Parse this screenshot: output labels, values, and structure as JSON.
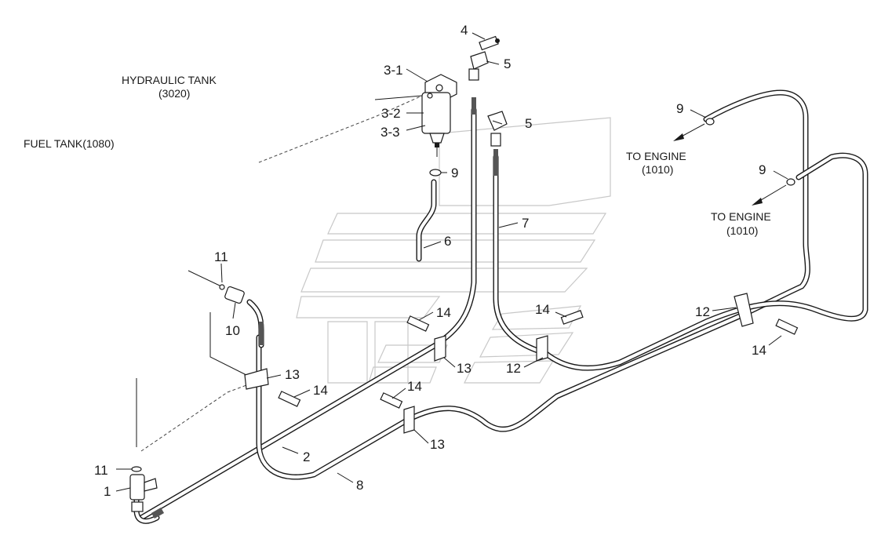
{
  "annotations": {
    "hydraulic_tank": "HYDRAULIC TANK",
    "hydraulic_tank_code": "(3020)",
    "fuel_tank": "FUEL TANK(1080)",
    "to_engine_1": "TO ENGINE",
    "to_engine_1_code": "(1010)",
    "to_engine_2": "TO ENGINE",
    "to_engine_2_code": "(1010)"
  },
  "part_labels": {
    "p1": "1",
    "p2": "2",
    "p3_1": "3-1",
    "p3_2": "3-2",
    "p3_3": "3-3",
    "p4": "4",
    "p5a": "5",
    "p5b": "5",
    "p6": "6",
    "p7": "7",
    "p8": "8",
    "p9a": "9",
    "p9b": "9",
    "p9c": "9",
    "p10": "10",
    "p11a": "11",
    "p11b": "11",
    "p12a": "12",
    "p12b": "12",
    "p13a": "13",
    "p13b": "13",
    "p13c": "13",
    "p14a": "14",
    "p14b": "14",
    "p14c": "14",
    "p14d": "14",
    "p14e": "14"
  },
  "colors": {
    "line": "#1a1a1a",
    "watermark": "#c8c8c8",
    "background": "#ffffff"
  }
}
